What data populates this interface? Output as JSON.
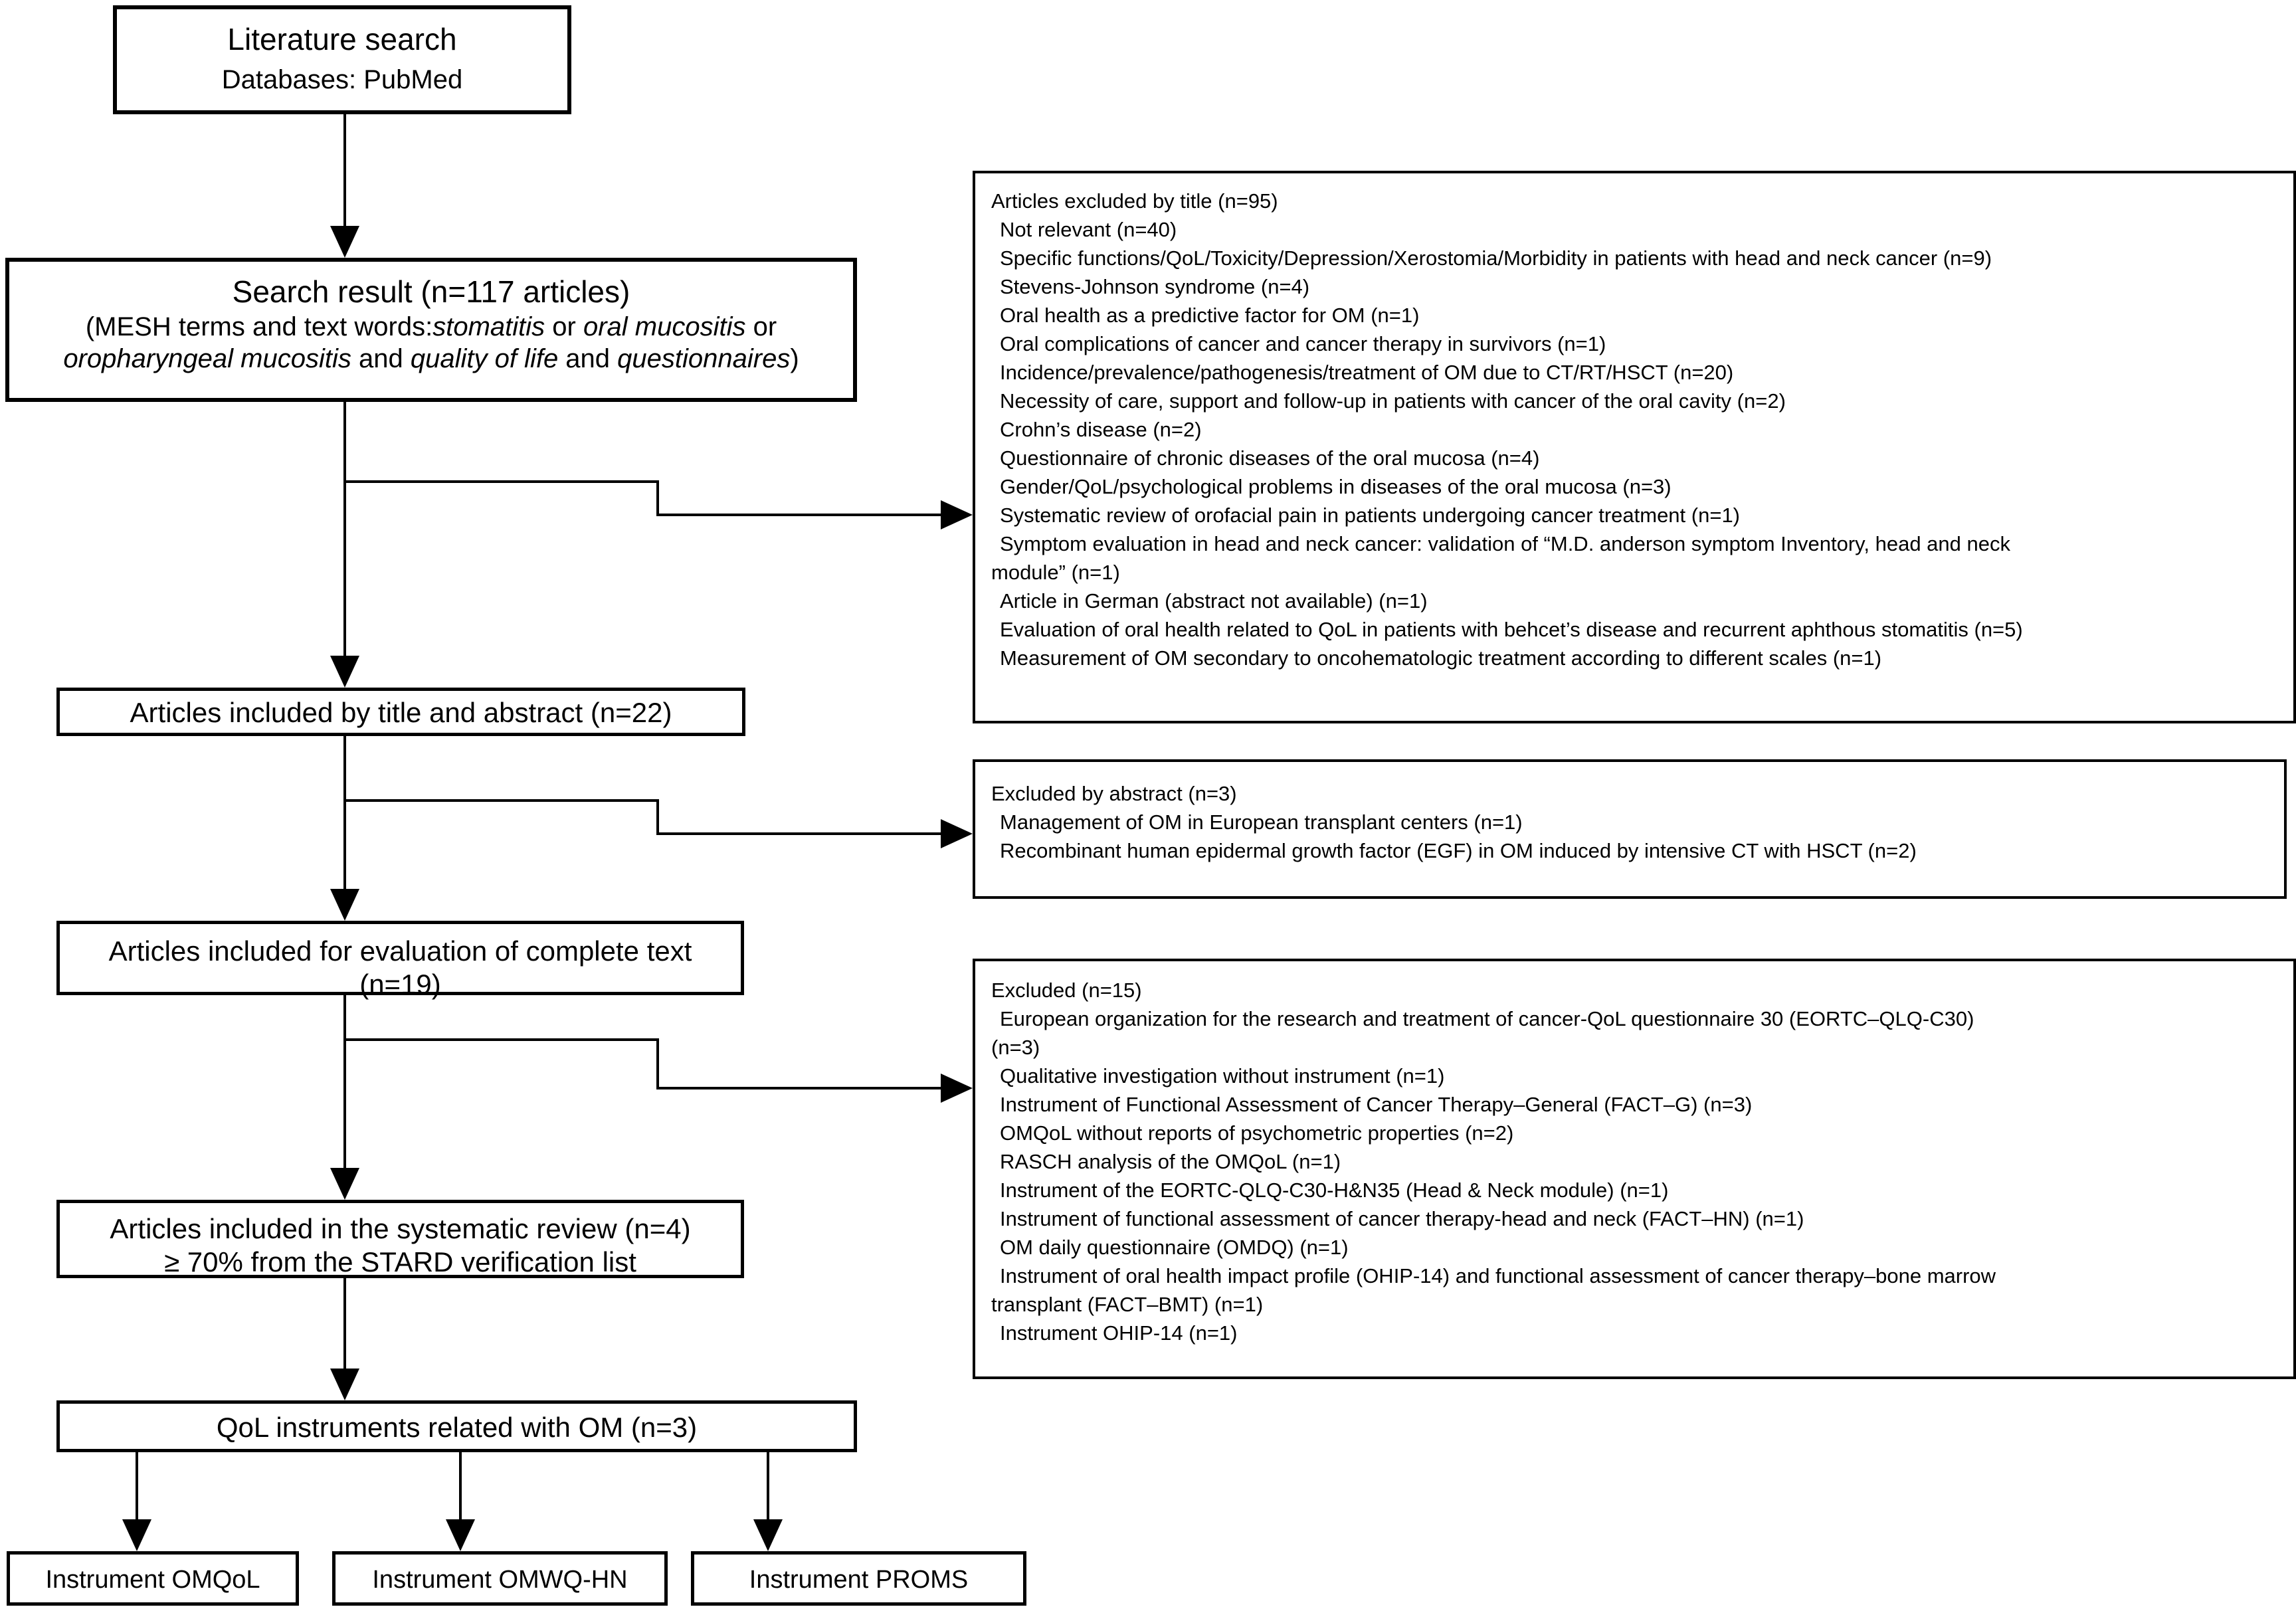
{
  "title_box": {
    "title": "Literature search",
    "subtitle": "Databases: PubMed"
  },
  "search_result_box": {
    "title": "Search result (n=117 articles)",
    "line2": [
      {
        "t": "(MESH terms and text words:"
      },
      {
        "t": "stomatitis",
        "i": true
      },
      {
        "t": " or "
      },
      {
        "t": "oral mucositis",
        "i": true
      },
      {
        "t": " or"
      }
    ],
    "line3": [
      {
        "t": "oropharyngeal mucositis",
        "i": true
      },
      {
        "t": " and "
      },
      {
        "t": "quality of life",
        "i": true
      },
      {
        "t": " and "
      },
      {
        "t": "questionnaires",
        "i": true
      },
      {
        "t": ")"
      }
    ]
  },
  "flow_boxes": {
    "included_title_abstract": "Articles included by title and abstract (n=22)",
    "included_complete_text_line1": "Articles included for evaluation of complete text",
    "included_complete_text_line2": "(n=19)",
    "systematic_review_line1": "Articles included in the systematic review (n=4)",
    "systematic_review_line2": "≥ 70% from the STARD verification list",
    "qol_instruments": "QoL instruments related with OM (n=3)"
  },
  "instrument_boxes": [
    "Instrument OMQoL",
    "Instrument OMWQ-HN",
    "Instrument PROMS"
  ],
  "excluded_by_title": {
    "title": "Articles excluded by title (n=95)",
    "lines": [
      {
        "text": "Not relevant (n=40)",
        "indent": true
      },
      {
        "text": "Specific functions/QoL/Toxicity/Depression/Xerostomia/Morbidity in patients with head and neck cancer (n=9)",
        "indent": true
      },
      {
        "text": "Stevens-Johnson syndrome (n=4)",
        "indent": true
      },
      {
        "text": "Oral health as a predictive factor for OM (n=1)",
        "indent": true
      },
      {
        "text": "Oral complications of cancer and cancer therapy in survivors (n=1)",
        "indent": true
      },
      {
        "text": "Incidence/prevalence/pathogenesis/treatment of OM due to CT/RT/HSCT (n=20)",
        "indent": true
      },
      {
        "text": "Necessity of care, support and follow-up in patients with cancer of the oral cavity (n=2)",
        "indent": true
      },
      {
        "text": "Crohn’s disease (n=2)",
        "indent": true
      },
      {
        "text": "Questionnaire of chronic diseases of the oral mucosa (n=4)",
        "indent": true
      },
      {
        "text": "Gender/QoL/psychological problems in diseases of the oral mucosa (n=3)",
        "indent": true
      },
      {
        "text": "Systematic review of orofacial pain in patients undergoing cancer treatment (n=1)",
        "indent": true
      },
      {
        "text": "Symptom evaluation in head and neck cancer: validation of “M.D. anderson symptom Inventory, head and neck",
        "indent": true
      },
      {
        "text": "module” (n=1)",
        "indent": false
      },
      {
        "text": "Article in German (abstract not available) (n=1)",
        "indent": true
      },
      {
        "text": "Evaluation of oral health related to QoL in patients with behcet’s disease and recurrent aphthous stomatitis (n=5)",
        "indent": true
      },
      {
        "text": "Measurement of OM secondary to oncohematologic treatment according to different scales (n=1)",
        "indent": true
      }
    ]
  },
  "excluded_by_abstract": {
    "title": "Excluded by abstract (n=3)",
    "lines": [
      {
        "text": "Management of OM in European transplant centers (n=1)",
        "indent": true
      },
      {
        "text": "Recombinant human epidermal growth factor (EGF) in OM induced by intensive CT with HSCT (n=2)",
        "indent": true
      }
    ]
  },
  "excluded_full_text": {
    "title": "Excluded (n=15)",
    "lines": [
      {
        "text": "European organization for the research and treatment of cancer-QoL questionnaire 30 (EORTC–QLQ-C30)",
        "indent": true
      },
      {
        "text": "(n=3)",
        "indent": false
      },
      {
        "text": "Qualitative investigation without instrument (n=1)",
        "indent": true
      },
      {
        "text": "Instrument of Functional Assessment of Cancer Therapy–General (FACT–G) (n=3)",
        "indent": true
      },
      {
        "text": "OMQoL without reports of psychometric properties (n=2)",
        "indent": true
      },
      {
        "text": "RASCH analysis of the OMQoL (n=1)",
        "indent": true
      },
      {
        "text": "Instrument of the EORTC-QLQ-C30-H&N35 (Head & Neck module)  (n=1)",
        "indent": true
      },
      {
        "text": "Instrument of functional assessment of cancer therapy-head and neck (FACT–HN) (n=1)",
        "indent": true
      },
      {
        "text": "OM daily questionnaire (OMDQ) (n=1)",
        "indent": true
      },
      {
        "text": "Instrument of oral health impact profile (OHIP-14) and functional assessment of cancer therapy–bone marrow",
        "indent": true
      },
      {
        "text": "transplant (FACT–BMT) (n=1)",
        "indent": false
      },
      {
        "text": "Instrument OHIP-14 (n=1)",
        "indent": true
      }
    ]
  }
}
